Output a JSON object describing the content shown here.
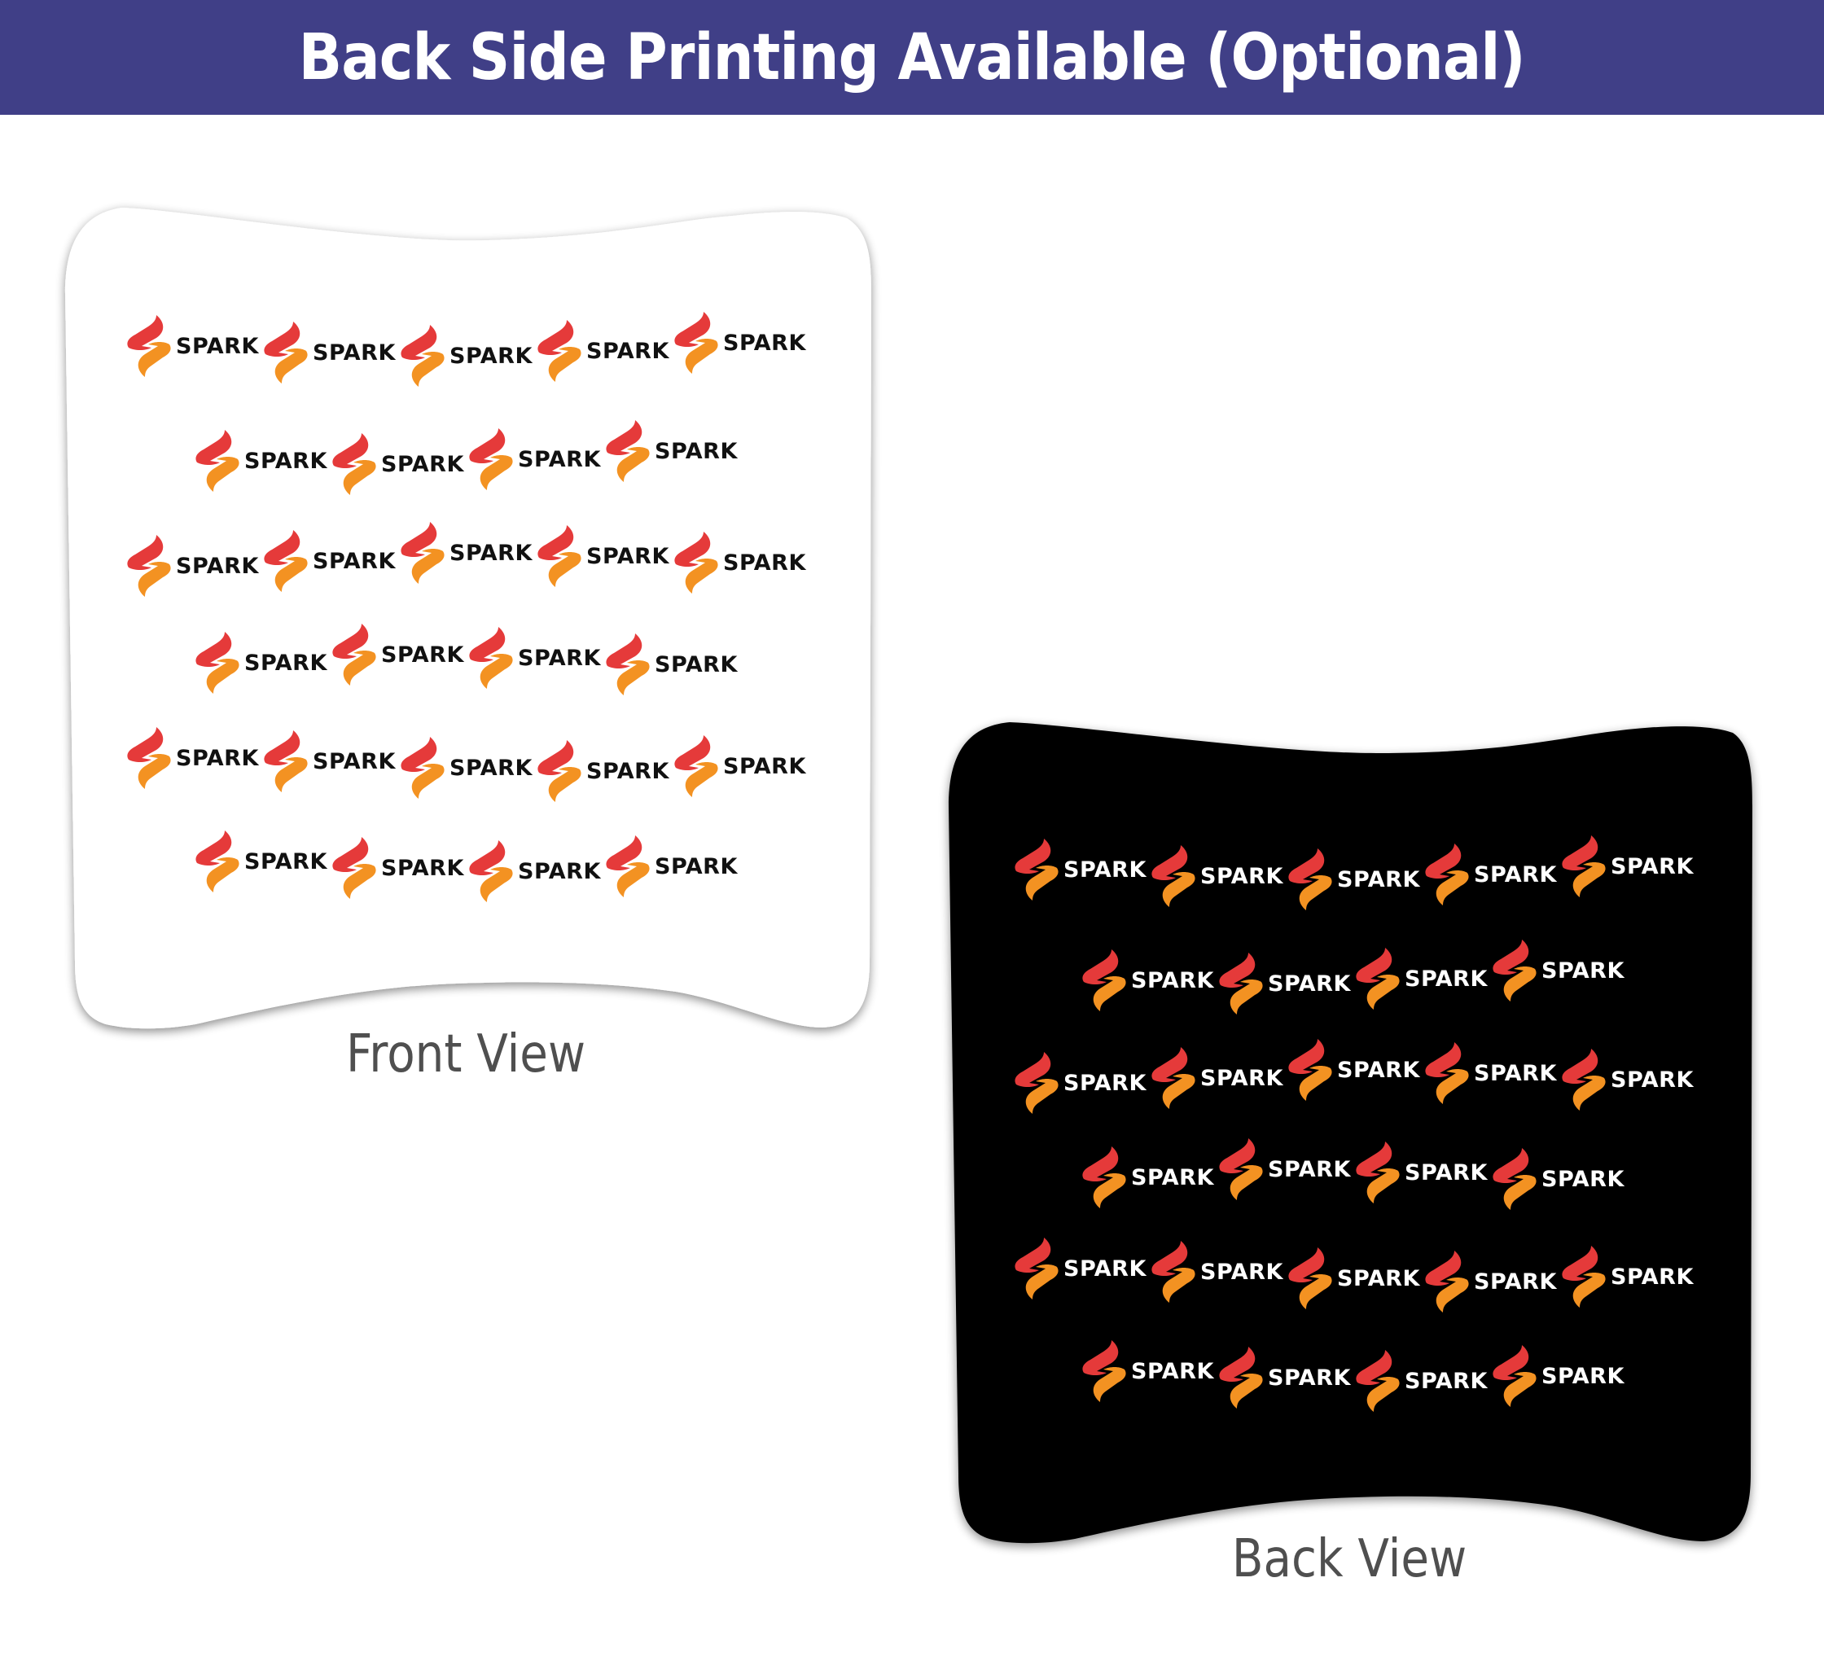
{
  "header": {
    "title": "Back Side Printing Available (Optional)",
    "background": "#403f87",
    "text_color": "#ffffff"
  },
  "logo": {
    "text": "SPARK",
    "icon": "spark-flame-bolt-icon",
    "colors": {
      "upper_flame": "#e53a3a",
      "lower_flame": "#f39222"
    }
  },
  "front_view": {
    "label": "Front View",
    "panel_color": "#ffffff",
    "text_color": "#111111",
    "rows": [
      5,
      4,
      5,
      4,
      5,
      4
    ]
  },
  "back_view": {
    "label": "Back View",
    "panel_color": "#000000",
    "text_color": "#ffffff",
    "rows": [
      5,
      4,
      5,
      4,
      5,
      4
    ]
  }
}
